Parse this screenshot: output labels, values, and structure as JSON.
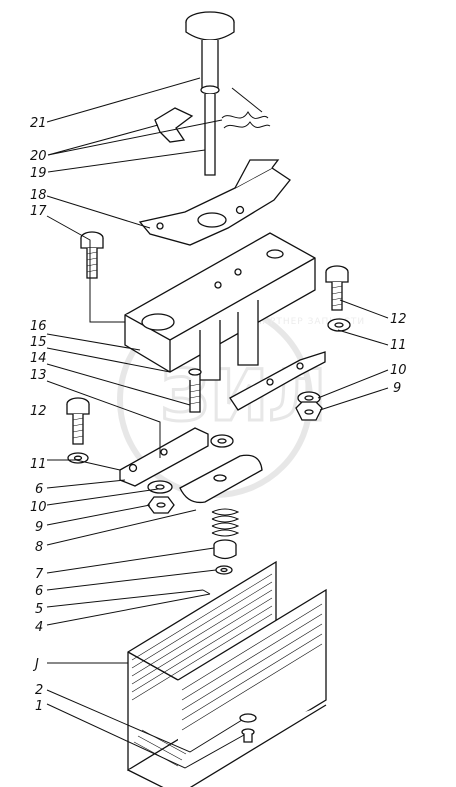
{
  "watermark": {
    "logo_text": "ЗИЛ",
    "caption": "ПАРТНЕР ЗАПЧАСТИ"
  },
  "callouts": [
    {
      "id": "c21",
      "label": "21"
    },
    {
      "id": "c20",
      "label": "20"
    },
    {
      "id": "c19",
      "label": "19"
    },
    {
      "id": "c18",
      "label": "18"
    },
    {
      "id": "c17",
      "label": "17"
    },
    {
      "id": "c16",
      "label": "16"
    },
    {
      "id": "c15",
      "label": "15"
    },
    {
      "id": "c14",
      "label": "14"
    },
    {
      "id": "c13",
      "label": "13"
    },
    {
      "id": "c12a",
      "label": "12"
    },
    {
      "id": "c11a",
      "label": "11"
    },
    {
      "id": "c6a",
      "label": "6"
    },
    {
      "id": "c10a",
      "label": "10"
    },
    {
      "id": "c9a",
      "label": "9"
    },
    {
      "id": "c8",
      "label": "8"
    },
    {
      "id": "c7",
      "label": "7"
    },
    {
      "id": "c6b",
      "label": "6"
    },
    {
      "id": "c5",
      "label": "5"
    },
    {
      "id": "c4",
      "label": "4"
    },
    {
      "id": "c3",
      "label": "J"
    },
    {
      "id": "c2",
      "label": "2"
    },
    {
      "id": "c1",
      "label": "1"
    },
    {
      "id": "c12b",
      "label": "12"
    },
    {
      "id": "c11b",
      "label": "11"
    },
    {
      "id": "c10b",
      "label": "10"
    },
    {
      "id": "c9b",
      "label": "9"
    }
  ]
}
